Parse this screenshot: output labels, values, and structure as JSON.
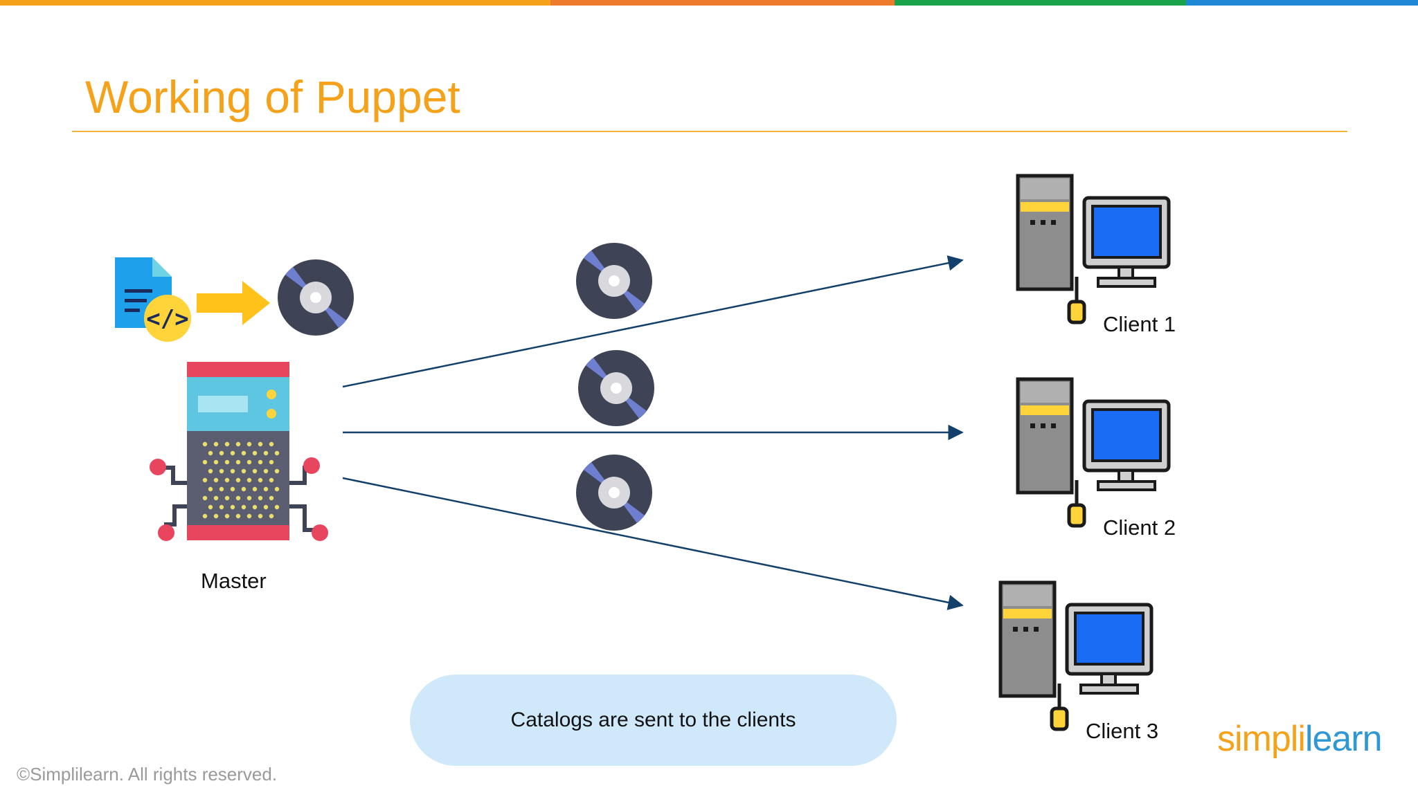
{
  "colors": {
    "title": "#f5a21a",
    "topbar": [
      "#f5a21a",
      "#ee7a2b",
      "#1aa34a",
      "#1e88d6"
    ],
    "arrow": "#12406b",
    "bubble": "#cfe9fb"
  },
  "slide": {
    "title": "Working of Puppet",
    "copyright": "©Simplilearn. All rights reserved."
  },
  "diagram": {
    "master_label": "Master",
    "clients": [
      {
        "label": "Client 1"
      },
      {
        "label": "Client 2"
      },
      {
        "label": "Client 3"
      }
    ],
    "caption": "Catalogs are sent to the clients"
  },
  "logo": {
    "part1": "simpl",
    "part2": "i",
    "part3": "learn"
  }
}
